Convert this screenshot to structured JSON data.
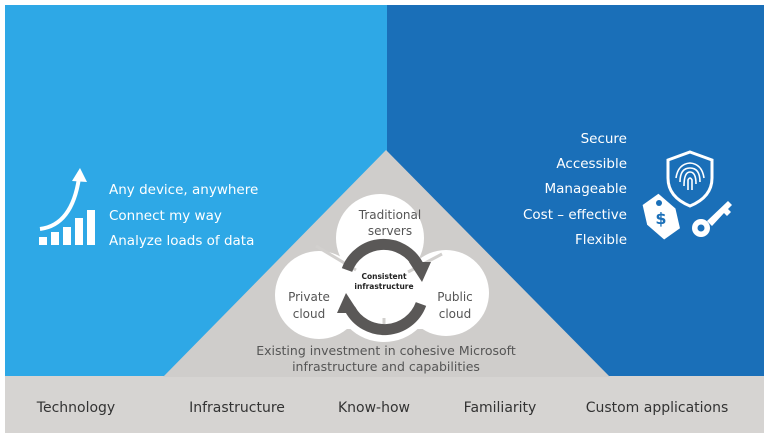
{
  "left_panel": {
    "items": [
      "Any device, anywhere",
      "Connect my way",
      "Analyze loads of data"
    ],
    "icon": "growth-chart-icon",
    "color": "#2ea8e6"
  },
  "right_panel": {
    "items": [
      "Secure",
      "Accessible",
      "Manageable",
      "Cost – effective",
      "Flexible"
    ],
    "icons": [
      "fingerprint-shield-icon",
      "price-tag-icon",
      "key-icon"
    ],
    "color": "#1a6fb8"
  },
  "center": {
    "traditional": [
      "Traditional",
      "servers"
    ],
    "private": [
      "Private",
      "cloud"
    ],
    "public": [
      "Public",
      "cloud"
    ],
    "core": [
      "Consistent",
      "infrastructure"
    ],
    "investment": [
      "Existing investment in cohesive Microsoft",
      "infrastructure and capabilities"
    ],
    "color": "#cfcdcb"
  },
  "bottom_bar": {
    "items": [
      "Technology",
      "Infrastructure",
      "Know-how",
      "Familiarity",
      "Custom applications"
    ]
  }
}
